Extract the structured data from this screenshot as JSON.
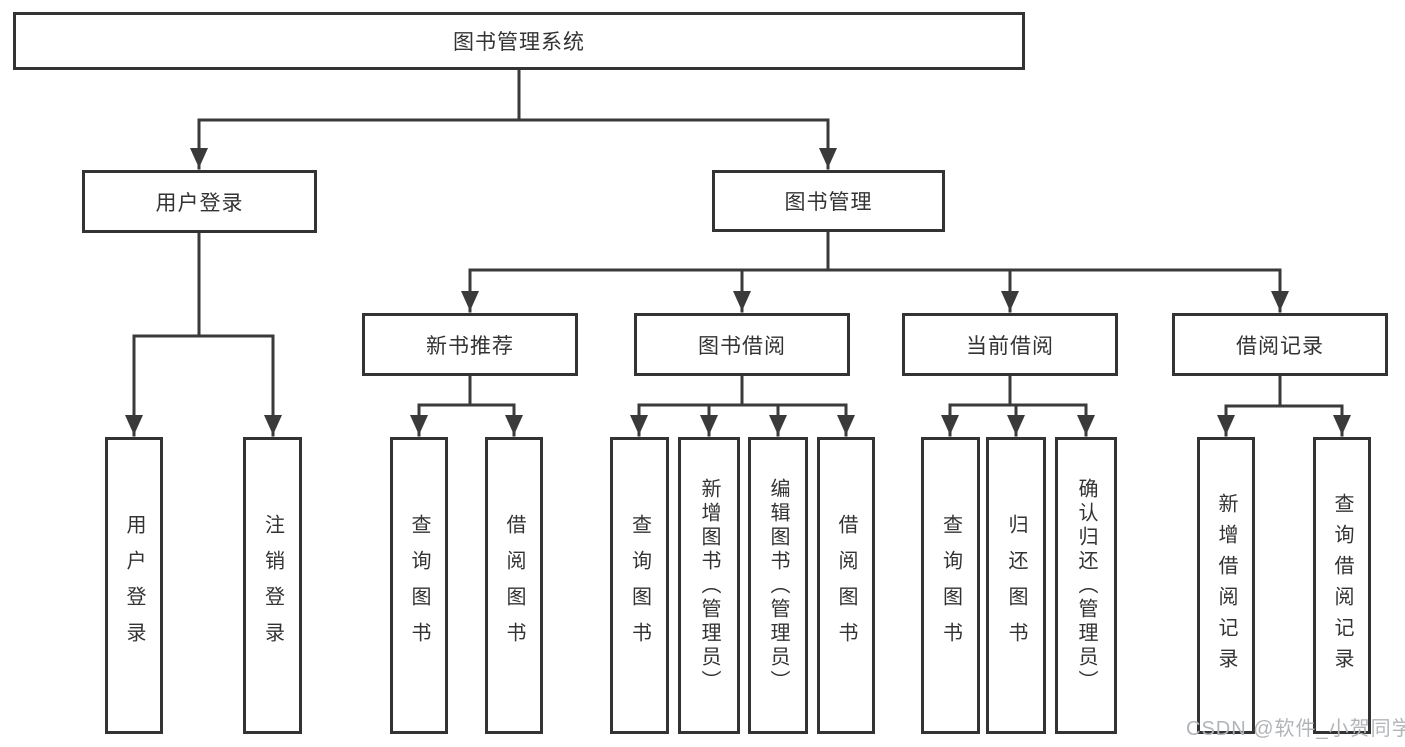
{
  "tree": {
    "root": {
      "label": "图书管理系统",
      "children": [
        {
          "label": "用户登录",
          "children": [
            {
              "label": "用户登录"
            },
            {
              "label": "注销登录"
            }
          ]
        },
        {
          "label": "图书管理",
          "children": [
            {
              "label": "新书推荐",
              "children": [
                {
                  "label": "查询图书"
                },
                {
                  "label": "借阅图书"
                }
              ]
            },
            {
              "label": "图书借阅",
              "children": [
                {
                  "label": "查询图书"
                },
                {
                  "label": "新增图书（管理员）"
                },
                {
                  "label": "编辑图书（管理员）"
                },
                {
                  "label": "借阅图书"
                }
              ]
            },
            {
              "label": "当前借阅",
              "children": [
                {
                  "label": "查询图书"
                },
                {
                  "label": "归还图书"
                },
                {
                  "label": "确认归还（管理员）"
                }
              ]
            },
            {
              "label": "借阅记录",
              "children": [
                {
                  "label": "新增借阅记录"
                },
                {
                  "label": "查询借阅记录"
                }
              ]
            }
          ]
        }
      ]
    }
  },
  "watermark": {
    "text": "CSDN @软件_小贺同学"
  },
  "colors": {
    "line": "#3a3a3a",
    "border": "#333333",
    "text": "#333333",
    "watermark": "#b2b5b8"
  }
}
